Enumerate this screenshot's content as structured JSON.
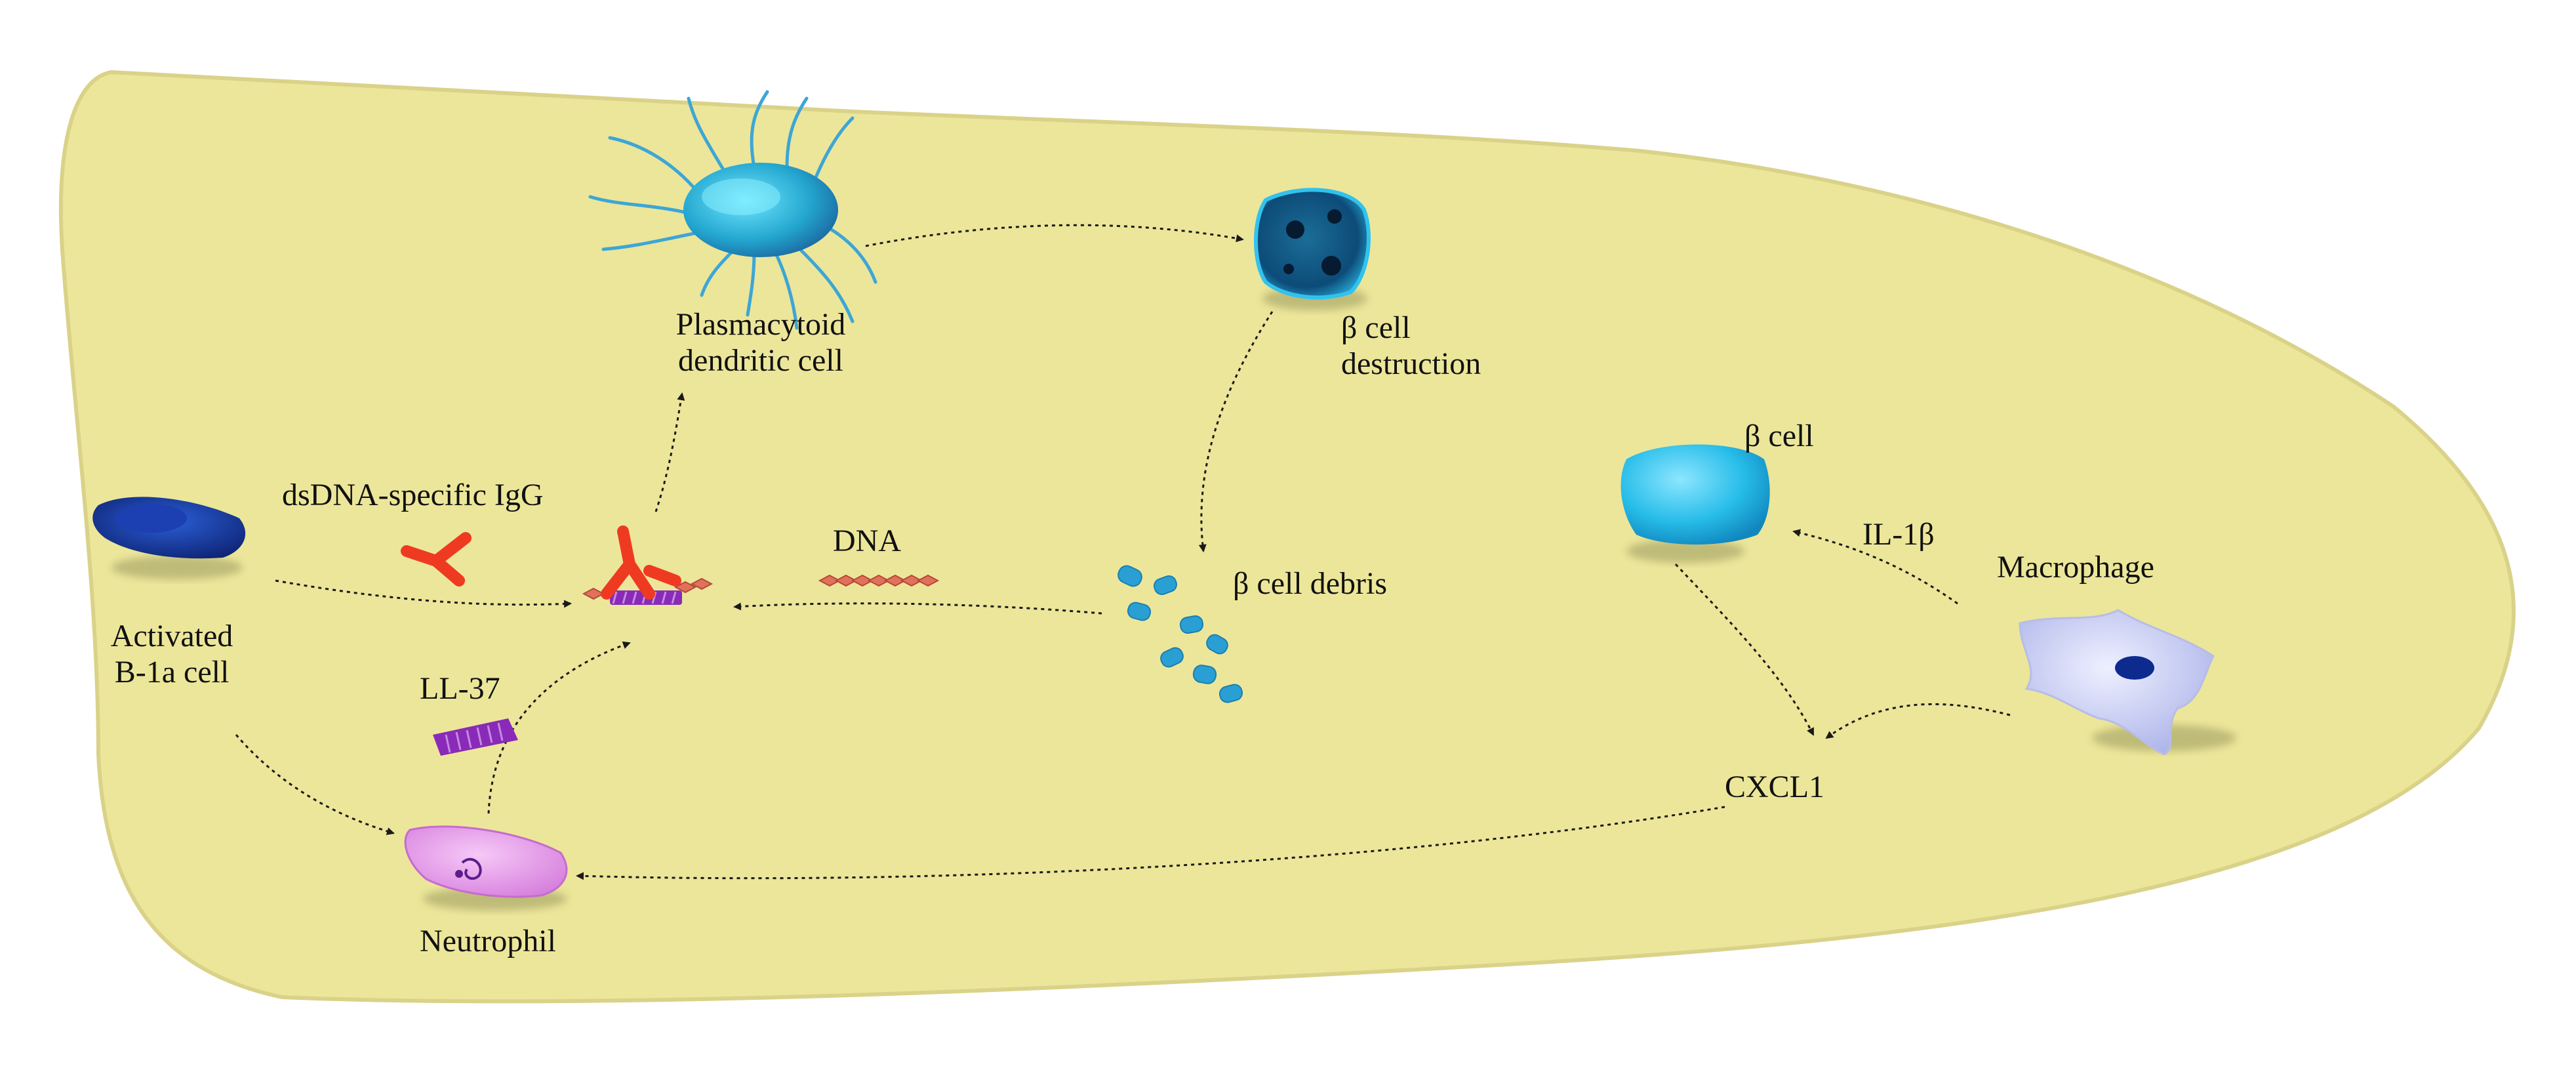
{
  "colors": {
    "tissue_fill": "#ece69a",
    "tissue_edge": "#d9d288",
    "arrow": "#1a1a1a",
    "beta_cell": "#2fc2ec",
    "beta_cell_dark": "#0b3f66",
    "pdc": "#2aa6c8",
    "b1a_cell": "#163a9a",
    "neutrophil": "#e59aea",
    "macrophage": "#c8cdf2",
    "igg": "#ef3a22",
    "ll37": "#8a2ab8",
    "dna": "#e2715a"
  },
  "icons": {
    "pdc": "plasmacytoid-dendritic-cell-icon",
    "beta_destroyed": "destroyed-beta-cell-icon",
    "beta_cell": "beta-cell-icon",
    "debris": "beta-cell-debris-icon",
    "b1a": "b1a-cell-icon",
    "neutrophil": "neutrophil-icon",
    "macrophage": "macrophage-icon",
    "igg": "igg-antibody-icon",
    "ll37": "ll37-peptide-icon",
    "dna": "dna-strand-icon",
    "complex": "immune-complex-icon"
  },
  "labels": {
    "pdc_line1": "Plasmacytoid",
    "pdc_line2": "dendritic cell",
    "beta_destruction_line1": "β cell",
    "beta_destruction_line2": "destruction",
    "beta_cell": "β cell",
    "il1b": "IL-1β",
    "macrophage": "Macrophage",
    "igg": "dsDNA-specific IgG",
    "dna": "DNA",
    "debris": "β cell debris",
    "b1a_line1": "Activated",
    "b1a_line2": "B-1a cell",
    "ll37": "LL-37",
    "cxcl1": "CXCL1",
    "neutrophil": "Neutrophil"
  }
}
